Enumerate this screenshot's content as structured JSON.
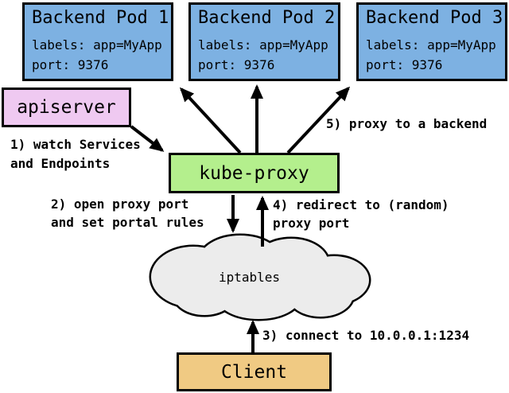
{
  "diagram": {
    "title_hint": "kube-proxy userspace proxy mode overview",
    "nodes": {
      "backend_pods": [
        {
          "title": "Backend Pod 1",
          "labels": "labels: app=MyApp",
          "port": "port: 9376"
        },
        {
          "title": "Backend Pod 2",
          "labels": "labels: app=MyApp",
          "port": "port: 9376"
        },
        {
          "title": "Backend Pod 3",
          "labels": "labels: app=MyApp",
          "port": "port: 9376"
        }
      ],
      "apiserver": {
        "title": "apiserver"
      },
      "kube_proxy": {
        "title": "kube-proxy"
      },
      "iptables": {
        "title": "iptables"
      },
      "client": {
        "title": "Client"
      }
    },
    "annotations": [
      {
        "text": "1) watch Services\nand Endpoints"
      },
      {
        "text": "2) open proxy port\nand set portal rules"
      },
      {
        "text": "3) connect to 10.0.0.1:1234"
      },
      {
        "text": "4) redirect to (random)\nproxy port"
      },
      {
        "text": "5) proxy to a backend"
      }
    ],
    "colors": {
      "pod_fill": "#7DB1E2",
      "apiserver_fill": "#EFC9F1",
      "kube_proxy_fill": "#B4EF8D",
      "client_fill": "#F0CA83",
      "cloud_fill": "#ECECEC",
      "border": "#000000",
      "arrow": "#000000",
      "text": "#000000"
    }
  }
}
